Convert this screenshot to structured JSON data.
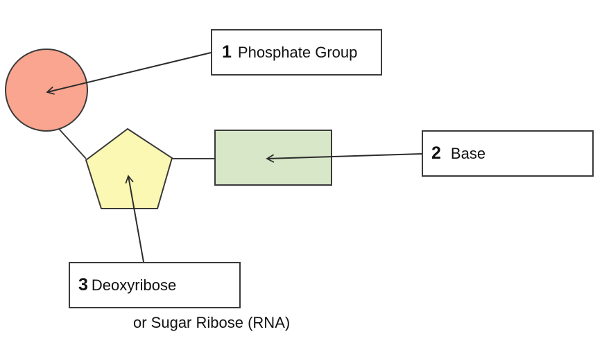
{
  "shapes": {
    "phosphate": {
      "shape": "circle",
      "fill": "#f9a58f",
      "stroke": "#3a3a3a"
    },
    "sugar": {
      "shape": "pentagon",
      "fill": "#fbf8b3",
      "stroke": "#3a3a3a"
    },
    "base": {
      "shape": "rectangle",
      "fill": "#d7e7c8",
      "stroke": "#3a3a3a"
    }
  },
  "labels": [
    {
      "number": "1",
      "text": "Phosphate Group"
    },
    {
      "number": "2",
      "text": "Base"
    },
    {
      "number": "3",
      "text": "Deoxyribose"
    }
  ],
  "note": "or Sugar Ribose (RNA)"
}
